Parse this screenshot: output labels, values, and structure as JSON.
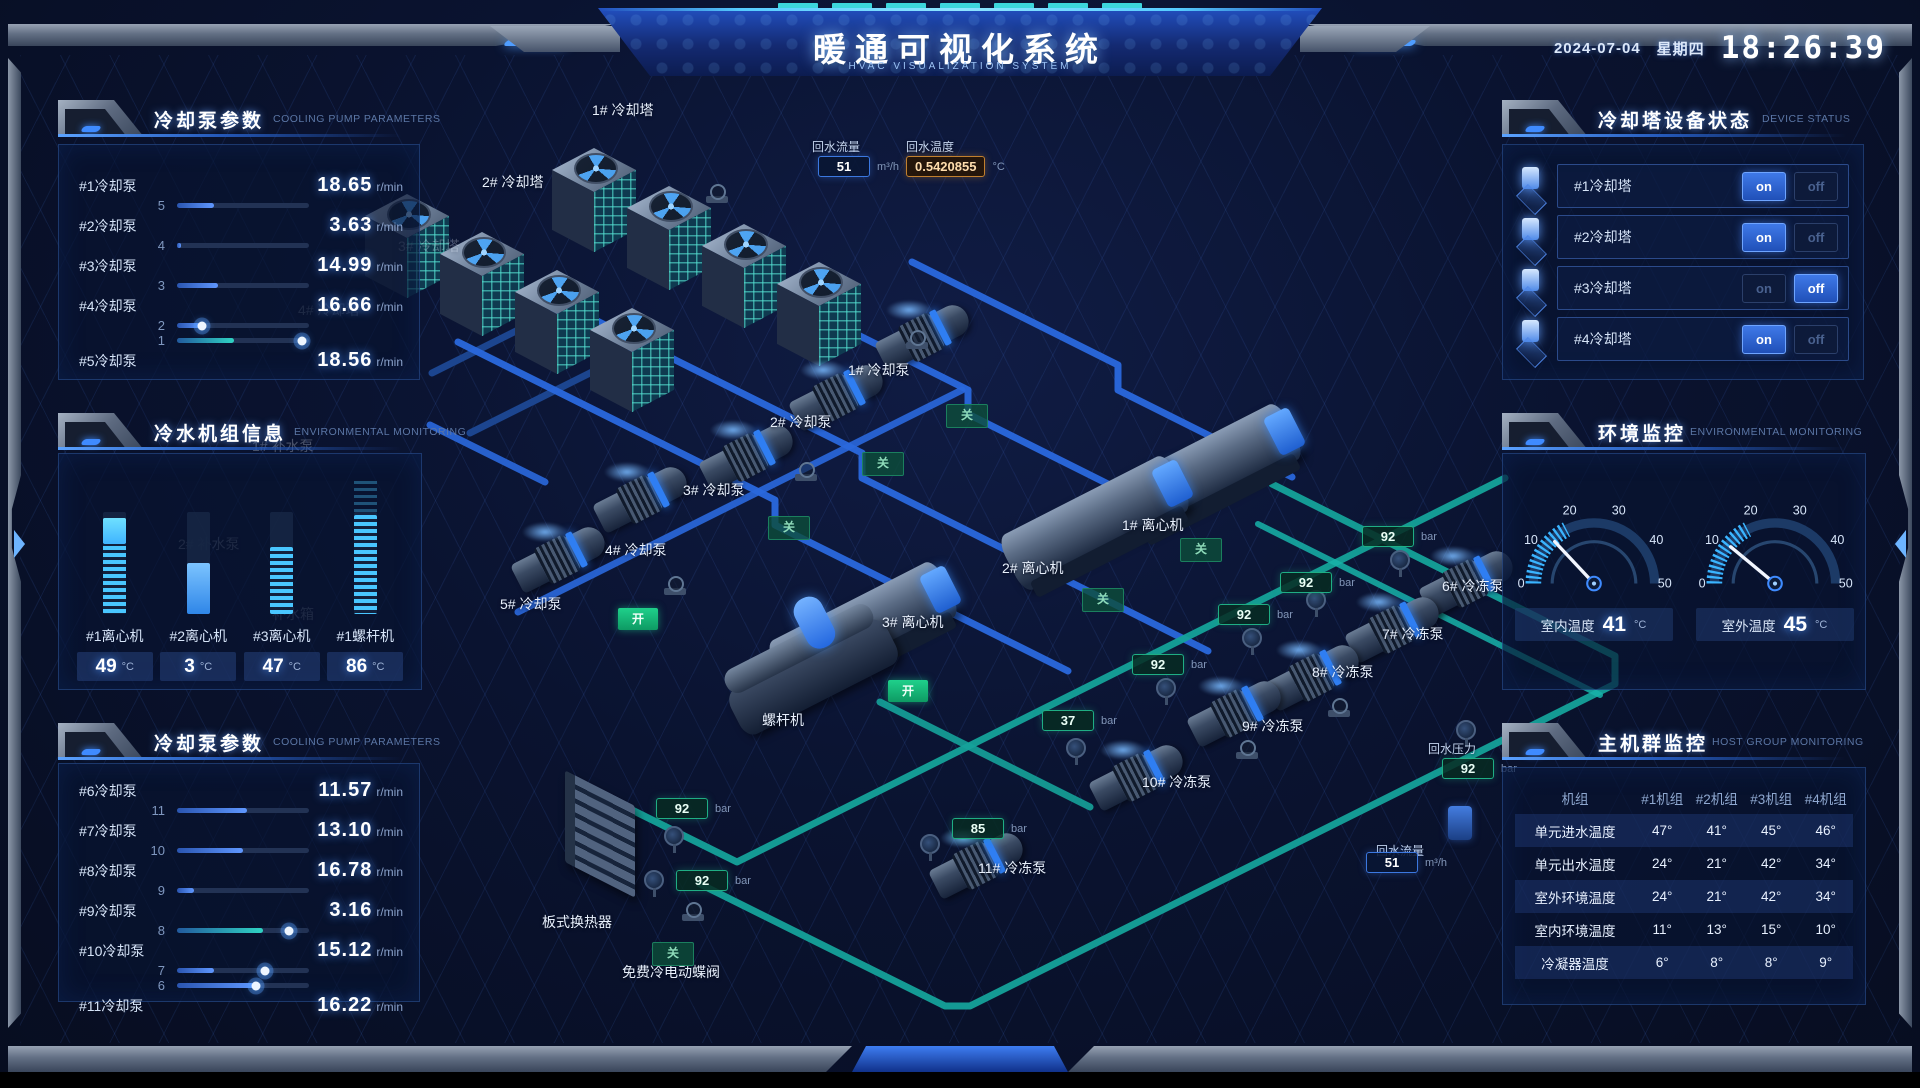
{
  "header": {
    "title": "暖通可视化系统",
    "subtitle": "HVAC VISUALIZATION SYSTEM",
    "date": "2024-07-04",
    "weekday": "星期四",
    "time": "18:26:39"
  },
  "panels": {
    "pump_top": {
      "title": "冷却泵参数",
      "subtitle": "COOLING PUMP PARAMETERS",
      "rows": [
        {
          "label": "#1冷却泵",
          "value": "18.65",
          "unit": "r/min"
        },
        {
          "label": "#2冷却泵",
          "value": "3.63",
          "unit": "r/min"
        },
        {
          "label": "#3冷却泵",
          "value": "14.99",
          "unit": "r/min"
        },
        {
          "label": "#4冷却泵",
          "value": "16.66",
          "unit": "r/min"
        },
        {
          "label": "#5冷却泵",
          "value": "18.56",
          "unit": "r/min"
        }
      ],
      "sliders": [
        {
          "num": "5"
        },
        {
          "num": "4"
        },
        {
          "num": "3"
        },
        {
          "num": "2"
        },
        {
          "num": "1"
        }
      ]
    },
    "chiller_info": {
      "title": "冷水机组信息",
      "subtitle": "ENVIRONMENTAL MONITORING",
      "bars": [
        {
          "label": "#1离心机",
          "value": "49",
          "unit": "°C"
        },
        {
          "label": "#2离心机",
          "value": "3",
          "unit": "°C"
        },
        {
          "label": "#3离心机",
          "value": "47",
          "unit": "°C"
        },
        {
          "label": "#1螺杆机",
          "value": "86",
          "unit": "°C"
        }
      ]
    },
    "pump_bottom": {
      "title": "冷却泵参数",
      "subtitle": "COOLING PUMP PARAMETERS",
      "rows": [
        {
          "label": "#6冷却泵",
          "value": "11.57",
          "unit": "r/min"
        },
        {
          "label": "#7冷却泵",
          "value": "13.10",
          "unit": "r/min"
        },
        {
          "label": "#8冷却泵",
          "value": "16.78",
          "unit": "r/min"
        },
        {
          "label": "#9冷却泵",
          "value": "3.16",
          "unit": "r/min"
        },
        {
          "label": "#10冷却泵",
          "value": "15.12",
          "unit": "r/min"
        },
        {
          "label": "#11冷却泵",
          "value": "16.22",
          "unit": "r/min"
        }
      ],
      "sliders": [
        {
          "num": "11"
        },
        {
          "num": "10"
        },
        {
          "num": "9"
        },
        {
          "num": "8"
        },
        {
          "num": "7"
        },
        {
          "num": "6"
        }
      ]
    },
    "device_status": {
      "title": "冷却塔设备状态",
      "subtitle": "DEVICE STATUS",
      "on_label": "on",
      "off_label": "off",
      "rows": [
        {
          "label": "#1冷却塔",
          "state": "on"
        },
        {
          "label": "#2冷却塔",
          "state": "on"
        },
        {
          "label": "#3冷却塔",
          "state": "off"
        },
        {
          "label": "#4冷却塔",
          "state": "on"
        }
      ]
    },
    "env": {
      "title": "环境监控",
      "subtitle": "ENVIRONMENTAL MONITORING",
      "ticks": [
        "0",
        "10",
        "20",
        "30",
        "40",
        "50"
      ],
      "gauges": [
        {
          "label": "室内温度",
          "value": "41",
          "unit": "°C"
        },
        {
          "label": "室外温度",
          "value": "45",
          "unit": "°C"
        }
      ]
    },
    "host": {
      "title": "主机群监控",
      "subtitle": "HOST GROUP MONITORING",
      "table": {
        "headers": [
          "机组",
          "#1机组",
          "#2机组",
          "#3机组",
          "#4机组"
        ],
        "rows": [
          [
            "单元进水温度",
            "47°",
            "41°",
            "45°",
            "46°"
          ],
          [
            "单元出水温度",
            "24°",
            "21°",
            "42°",
            "34°"
          ],
          [
            "室外环境温度",
            "24°",
            "21°",
            "42°",
            "34°"
          ],
          [
            "室内环境温度",
            "11°",
            "13°",
            "15°",
            "10°"
          ],
          [
            "冷凝器温度",
            "6°",
            "8°",
            "8°",
            "9°"
          ]
        ]
      }
    }
  },
  "scene": {
    "labels": [
      {
        "t": "1# 冷却塔"
      },
      {
        "t": "2# 冷却塔"
      },
      {
        "t": "3# 冷却塔"
      },
      {
        "t": "4# 冷却塔"
      },
      {
        "t": "1# 冷却泵"
      },
      {
        "t": "2# 冷却泵"
      },
      {
        "t": "3# 冷却泵"
      },
      {
        "t": "4# 冷却泵"
      },
      {
        "t": "5# 冷却泵"
      },
      {
        "t": "1# 离心机"
      },
      {
        "t": "2# 离心机"
      },
      {
        "t": "3# 离心机"
      },
      {
        "t": "螺杆机"
      },
      {
        "t": "板式换热器"
      },
      {
        "t": "免费冷电动蝶阀"
      },
      {
        "t": "6# 冷冻泵"
      },
      {
        "t": "7# 冷冻泵"
      },
      {
        "t": "8# 冷冻泵"
      },
      {
        "t": "9# 冷冻泵"
      },
      {
        "t": "10# 冷冻泵"
      },
      {
        "t": "11# 冷冻泵"
      },
      {
        "t": "回水流量"
      },
      {
        "t": "回水温度"
      },
      {
        "t": "回水压力"
      },
      {
        "t": "回水流量"
      },
      {
        "t": "1# 补水泵"
      },
      {
        "t": "2# 补水泵"
      },
      {
        "t": "补水箱"
      }
    ],
    "tags": [
      {
        "v": "51",
        "u": "m³/h"
      },
      {
        "v": "0.5420855",
        "u": "°C"
      },
      {
        "v": "92",
        "u": "bar"
      },
      {
        "v": "92",
        "u": "bar"
      },
      {
        "v": "92",
        "u": "bar"
      },
      {
        "v": "92",
        "u": "bar"
      },
      {
        "v": "37",
        "u": "bar"
      },
      {
        "v": "85",
        "u": "bar"
      },
      {
        "v": "92",
        "u": "bar"
      },
      {
        "v": "92",
        "u": "bar"
      },
      {
        "v": "92",
        "u": "bar"
      },
      {
        "v": "51",
        "u": "m³/h"
      }
    ],
    "switches": [
      {
        "t": "关"
      },
      {
        "t": "关"
      },
      {
        "t": "关"
      },
      {
        "t": "开"
      },
      {
        "t": "开"
      },
      {
        "t": "关"
      },
      {
        "t": "关"
      },
      {
        "t": "关"
      }
    ]
  }
}
